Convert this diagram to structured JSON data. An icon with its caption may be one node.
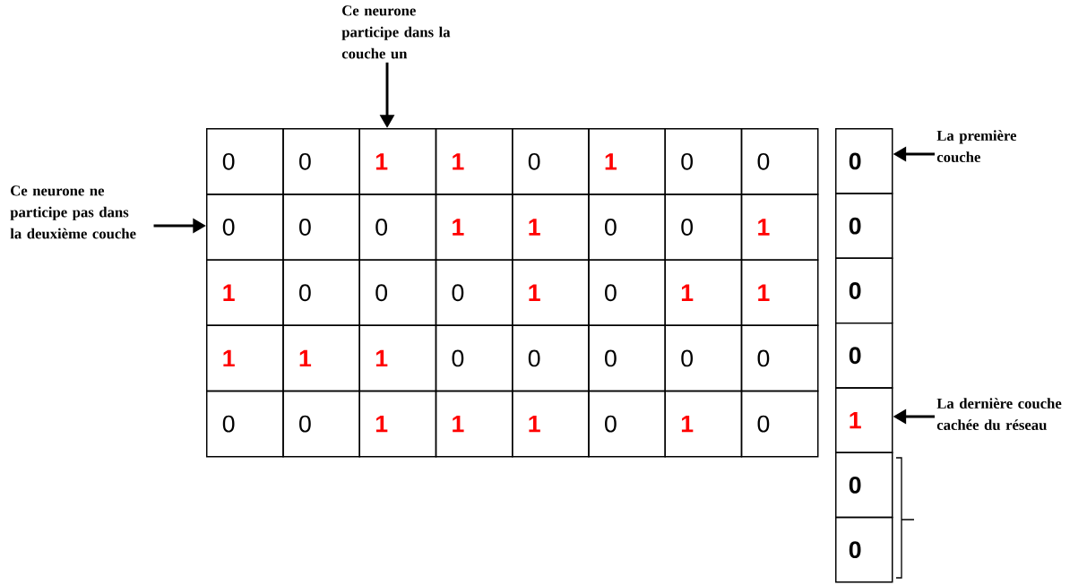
{
  "diagram": {
    "nodes": [
      {
        "text": [
          "Ce neurone participe dans la couche un"
        ]
      },
      {
        "text": [
          "Ce neurone ne participe pas dans la deuxième couche"
        ]
      },
      {
        "text": [
          "0"
        ]
      },
      {
        "text": [
          "0"
        ]
      },
      {
        "text": [
          "1"
        ]
      },
      {
        "text": [
          "1"
        ]
      },
      {
        "text": [
          "0"
        ]
      },
      {
        "text": [
          "1"
        ]
      },
      {
        "text": [
          "0"
        ]
      },
      {
        "text": [
          "0"
        ]
      },
      {
        "text": [
          "0"
        ]
      },
      {
        "text": [
          "0"
        ]
      },
      {
        "text": [
          "0"
        ]
      },
      {
        "text": [
          "1"
        ]
      },
      {
        "text": [
          "1"
        ]
      },
      {
        "text": [
          "0"
        ]
      },
      {
        "text": [
          "0"
        ]
      },
      {
        "text": [
          "1"
        ]
      },
      {
        "text": [
          "1"
        ]
      },
      {
        "text": [
          "0"
        ]
      },
      {
        "text": [
          "0"
        ]
      },
      {
        "text": [
          "0"
        ]
      },
      {
        "text": [
          "1"
        ]
      },
      {
        "text": [
          "0"
        ]
      },
      {
        "text": [
          "1"
        ]
      },
      {
        "text": [
          "1"
        ]
      },
      {
        "text": [
          "1"
        ]
      },
      {
        "text": [
          "1"
        ]
      },
      {
        "text": [
          "1"
        ]
      },
      {
        "text": [
          "0"
        ]
      },
      {
        "text": [
          "0"
        ]
      },
      {
        "text": [
          "0"
        ]
      },
      {
        "text": [
          "0"
        ]
      },
      {
        "text": [
          "0"
        ]
      },
      {
        "text": [
          "0"
        ]
      },
      {
        "text": [
          "0"
        ]
      },
      {
        "text": [
          "1"
        ]
      },
      {
        "text": [
          "1"
        ]
      },
      {
        "text": [
          "1"
        ]
      },
      {
        "text": [
          "0"
        ]
      },
      {
        "text": [
          "1"
        ]
      },
      {
        "text": [
          "0"
        ]
      },
      {
        "text": [
          "0"
        ]
      },
      {
        "text": [
          "0"
        ]
      },
      {
        "text": [
          "0"
        ]
      },
      {
        "text": [
          "0"
        ]
      },
      {
        "text": [
          "1"
        ]
      },
      {
        "text": [
          "0"
        ]
      },
      {
        "text": [
          "0"
        ]
      },
      {
        "text": [
          "La première couche"
        ]
      },
      {
        "text": [
          "La dernière couche cachée du réseau"
        ]
      }
    ],
    "edges": [
      {
        "from": 0,
        "to": 4,
        "arrow": "to"
      },
      {
        "from": 1,
        "to": 10,
        "arrow": "to"
      },
      {
        "from": 49,
        "to": 42,
        "arrow": "to"
      },
      {
        "from": 50,
        "to": 46,
        "arrow": "to"
      }
    ]
  }
}
